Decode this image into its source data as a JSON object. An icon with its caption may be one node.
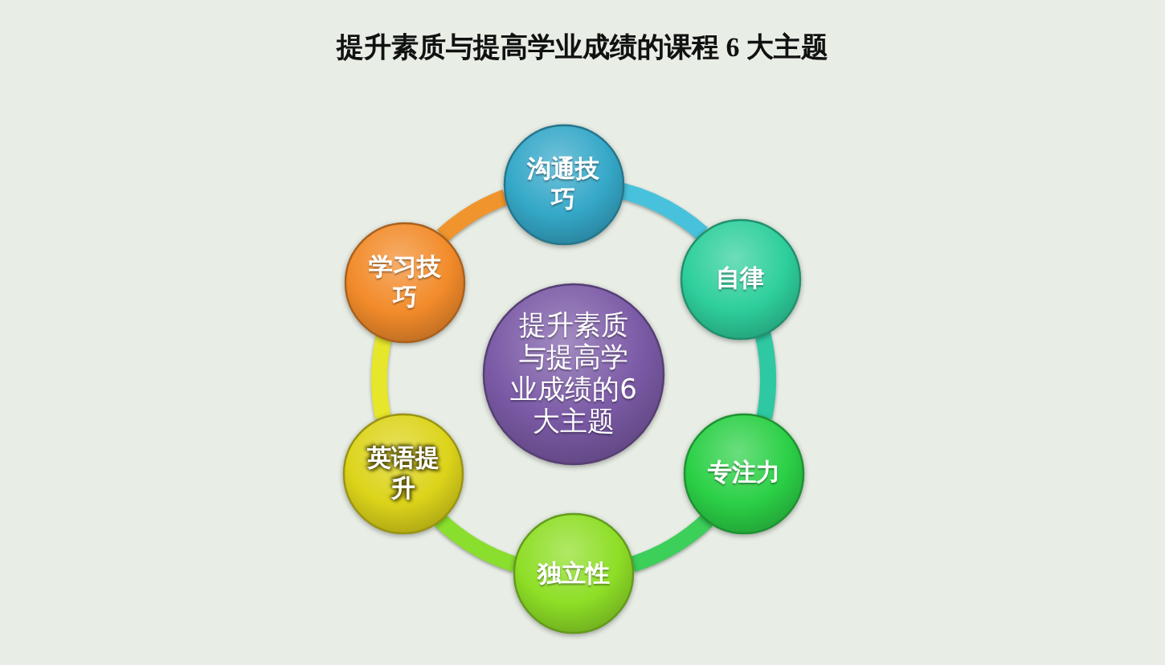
{
  "diagram": {
    "title": "提升素质与提高学业成绩的课程 6 大主题",
    "nodes": [
      {
        "text": [
          "提升素质与提高学业成绩的6大主题"
        ]
      },
      {
        "text": [
          "沟通技巧"
        ]
      },
      {
        "text": [
          "自律"
        ]
      },
      {
        "text": [
          "专注力"
        ]
      },
      {
        "text": [
          "独立性"
        ]
      },
      {
        "text": [
          "英语提升"
        ]
      },
      {
        "text": [
          "学习技巧"
        ]
      }
    ],
    "edges": [
      {
        "from": 1,
        "to": 2,
        "arrow": "none",
        "color": "#48c2dc"
      },
      {
        "from": 2,
        "to": 3,
        "arrow": "none",
        "color": "#2ec8a2"
      },
      {
        "from": 3,
        "to": 4,
        "arrow": "none",
        "color": "#3ccf5a"
      },
      {
        "from": 4,
        "to": 5,
        "arrow": "none",
        "color": "#8ade2e"
      },
      {
        "from": 5,
        "to": 6,
        "arrow": "none",
        "color": "#e6e62a"
      },
      {
        "from": 6,
        "to": 1,
        "arrow": "none",
        "color": "#f0952e"
      }
    ]
  }
}
